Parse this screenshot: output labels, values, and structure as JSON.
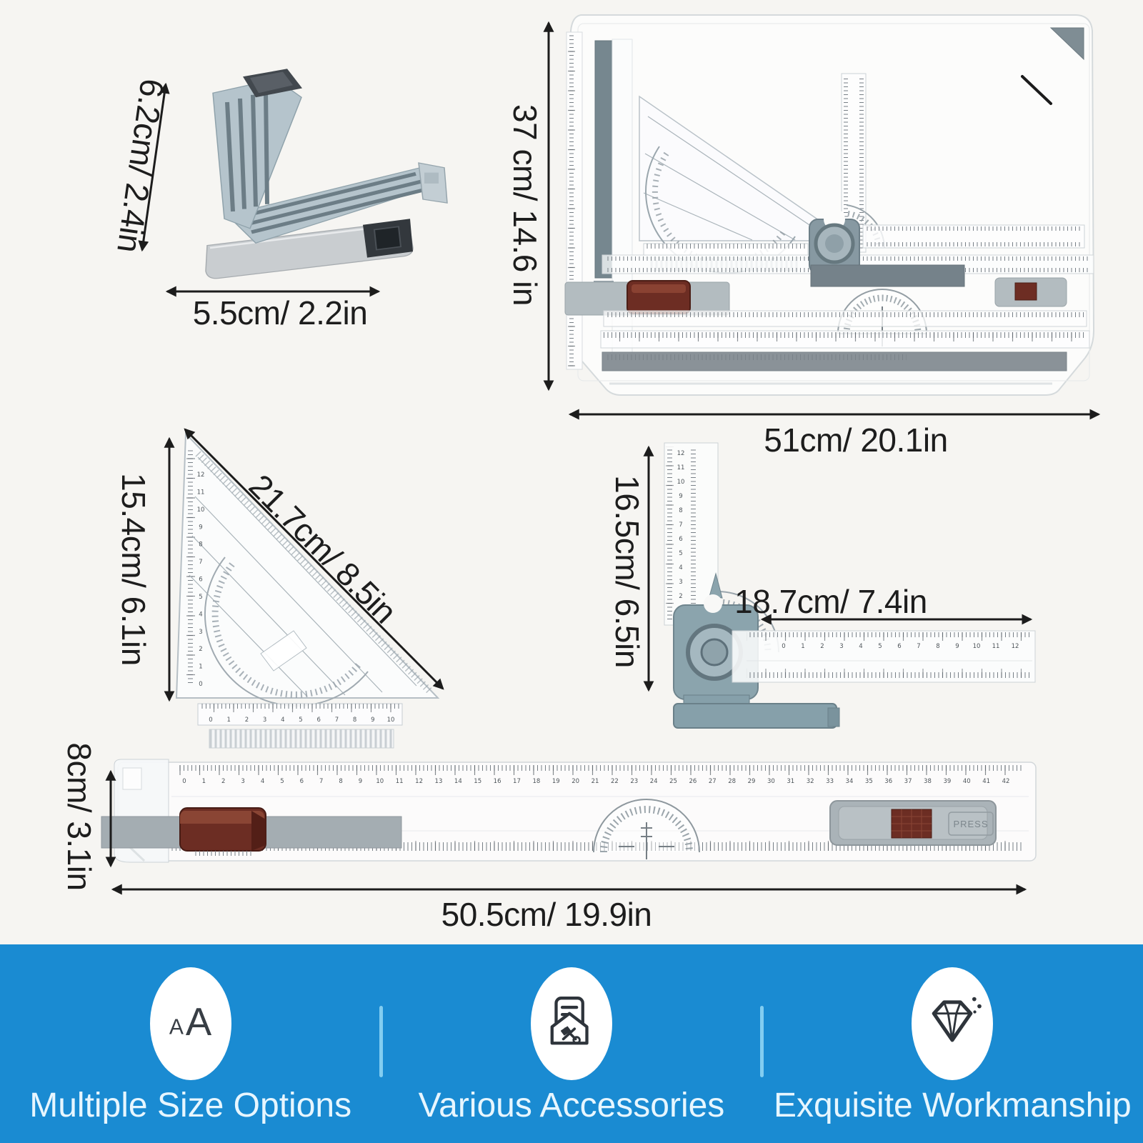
{
  "page": {
    "background": "#f6f5f2"
  },
  "items": [
    {
      "name": "corner-clip",
      "height_label": "6.2cm/ 2.4in",
      "width_label": "5.5cm/ 2.2in"
    },
    {
      "name": "drawing-board",
      "height_label": "37 cm/ 14.6 in",
      "width_label": "51cm/ 20.1in"
    },
    {
      "name": "set-square-triangle",
      "height_label": "15.4cm/ 6.1in",
      "hypotenuse_label": "21.7cm/ 8.5in"
    },
    {
      "name": "angle-ruler",
      "height_label": "16.5cm/ 6.5in",
      "width_label": "18.7cm/ 7.4in"
    },
    {
      "name": "sliding-ruler",
      "height_label": "8cm/ 3.1in",
      "width_label": "50.5cm/ 19.9in",
      "press_label": "PRESS"
    }
  ],
  "scales": {
    "ruler_top": {
      "from": 0,
      "to": 42
    },
    "triangle_base": {
      "from": 0,
      "to": 10
    },
    "triangle_left": {
      "from": 0,
      "to": 12
    },
    "angle_horizontal": {
      "from": 0,
      "to": 12
    },
    "angle_vertical": {
      "from": 0,
      "to": 12
    }
  },
  "band": {
    "background": "#1a8bd2",
    "divider_color": "#82cdf1",
    "text_color": "#e7f6ff",
    "features": [
      {
        "label": "Multiple Size Options",
        "icon": "font-size-icon",
        "icon_small": "A",
        "icon_large": "A"
      },
      {
        "label": "Various Accessories",
        "icon": "accessories-icon"
      },
      {
        "label": "Exquisite Workmanship",
        "icon": "diamond-icon"
      }
    ]
  }
}
